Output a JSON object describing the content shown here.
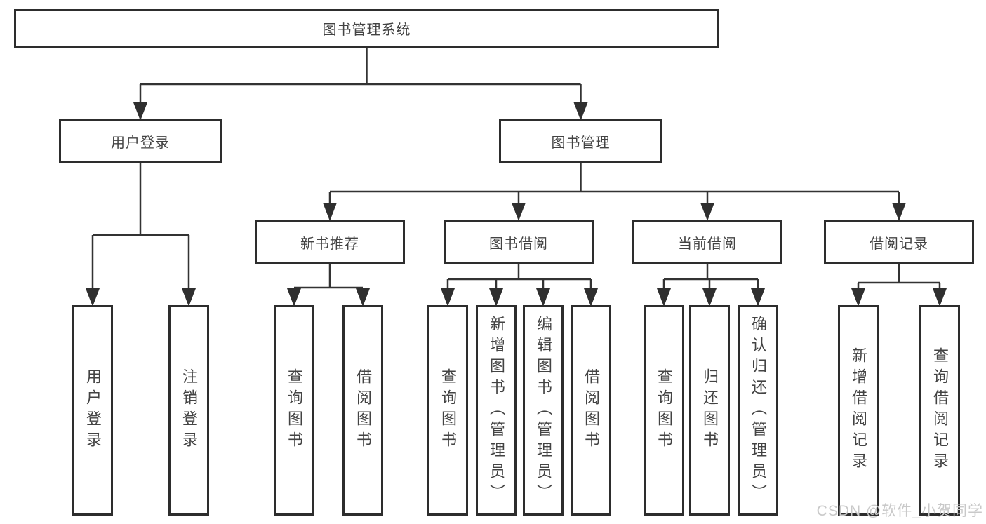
{
  "diagram": {
    "root": {
      "label": "图书管理系统"
    },
    "level2": [
      {
        "label": "用户登录"
      },
      {
        "label": "图书管理"
      }
    ],
    "level3": [
      {
        "label": "新书推荐"
      },
      {
        "label": "图书借阅"
      },
      {
        "label": "当前借阅"
      },
      {
        "label": "借阅记录"
      }
    ],
    "leaves": {
      "user_login": [
        "用户登录",
        "注销登录"
      ],
      "new_book": [
        "查询图书",
        "借阅图书"
      ],
      "book_borrow": [
        "查询图书",
        "新增图书（管理员）",
        "编辑图书（管理员）",
        "借阅图书"
      ],
      "current_borrow": [
        "查询图书",
        "归还图书",
        "确认归还（管理员）"
      ],
      "borrow_records": [
        "新增借阅记录",
        "查询借阅记录"
      ]
    }
  },
  "watermark": "CSDN @软件_小贺同学",
  "colors": {
    "line": "#333333",
    "box_border": "#2d2d2d",
    "text": "#434343",
    "watermark": "#c9c9c9",
    "background": "#ffffff"
  }
}
